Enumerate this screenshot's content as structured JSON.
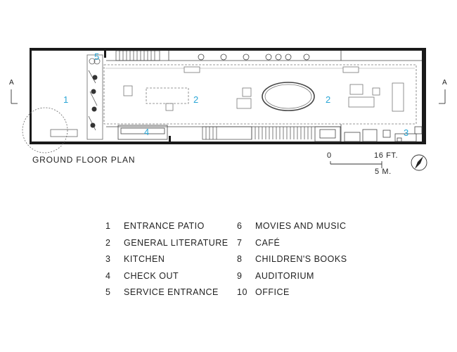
{
  "plan": {
    "caption": "GROUND FLOOR PLAN",
    "section_marker": "A",
    "room_numbers": [
      "1",
      "2",
      "2",
      "4",
      "5",
      "3"
    ],
    "accent_color": "#2aa6d6",
    "north_arrow_icon": "north-arrow-icon"
  },
  "scale_bar": {
    "zero": "0",
    "feet": "16 FT.",
    "meters": "5 M."
  },
  "legend": [
    {
      "num": "1",
      "label": "ENTRANCE PATIO"
    },
    {
      "num": "6",
      "label": "MOVIES AND MUSIC"
    },
    {
      "num": "2",
      "label": "GENERAL LITERATURE"
    },
    {
      "num": "7",
      "label": "CAFÉ"
    },
    {
      "num": "3",
      "label": "KITCHEN"
    },
    {
      "num": "8",
      "label": "CHILDREN'S BOOKS"
    },
    {
      "num": "4",
      "label": "CHECK OUT"
    },
    {
      "num": "9",
      "label": "AUDITORIUM"
    },
    {
      "num": "5",
      "label": "SERVICE ENTRANCE"
    },
    {
      "num": "10",
      "label": "OFFICE"
    }
  ]
}
